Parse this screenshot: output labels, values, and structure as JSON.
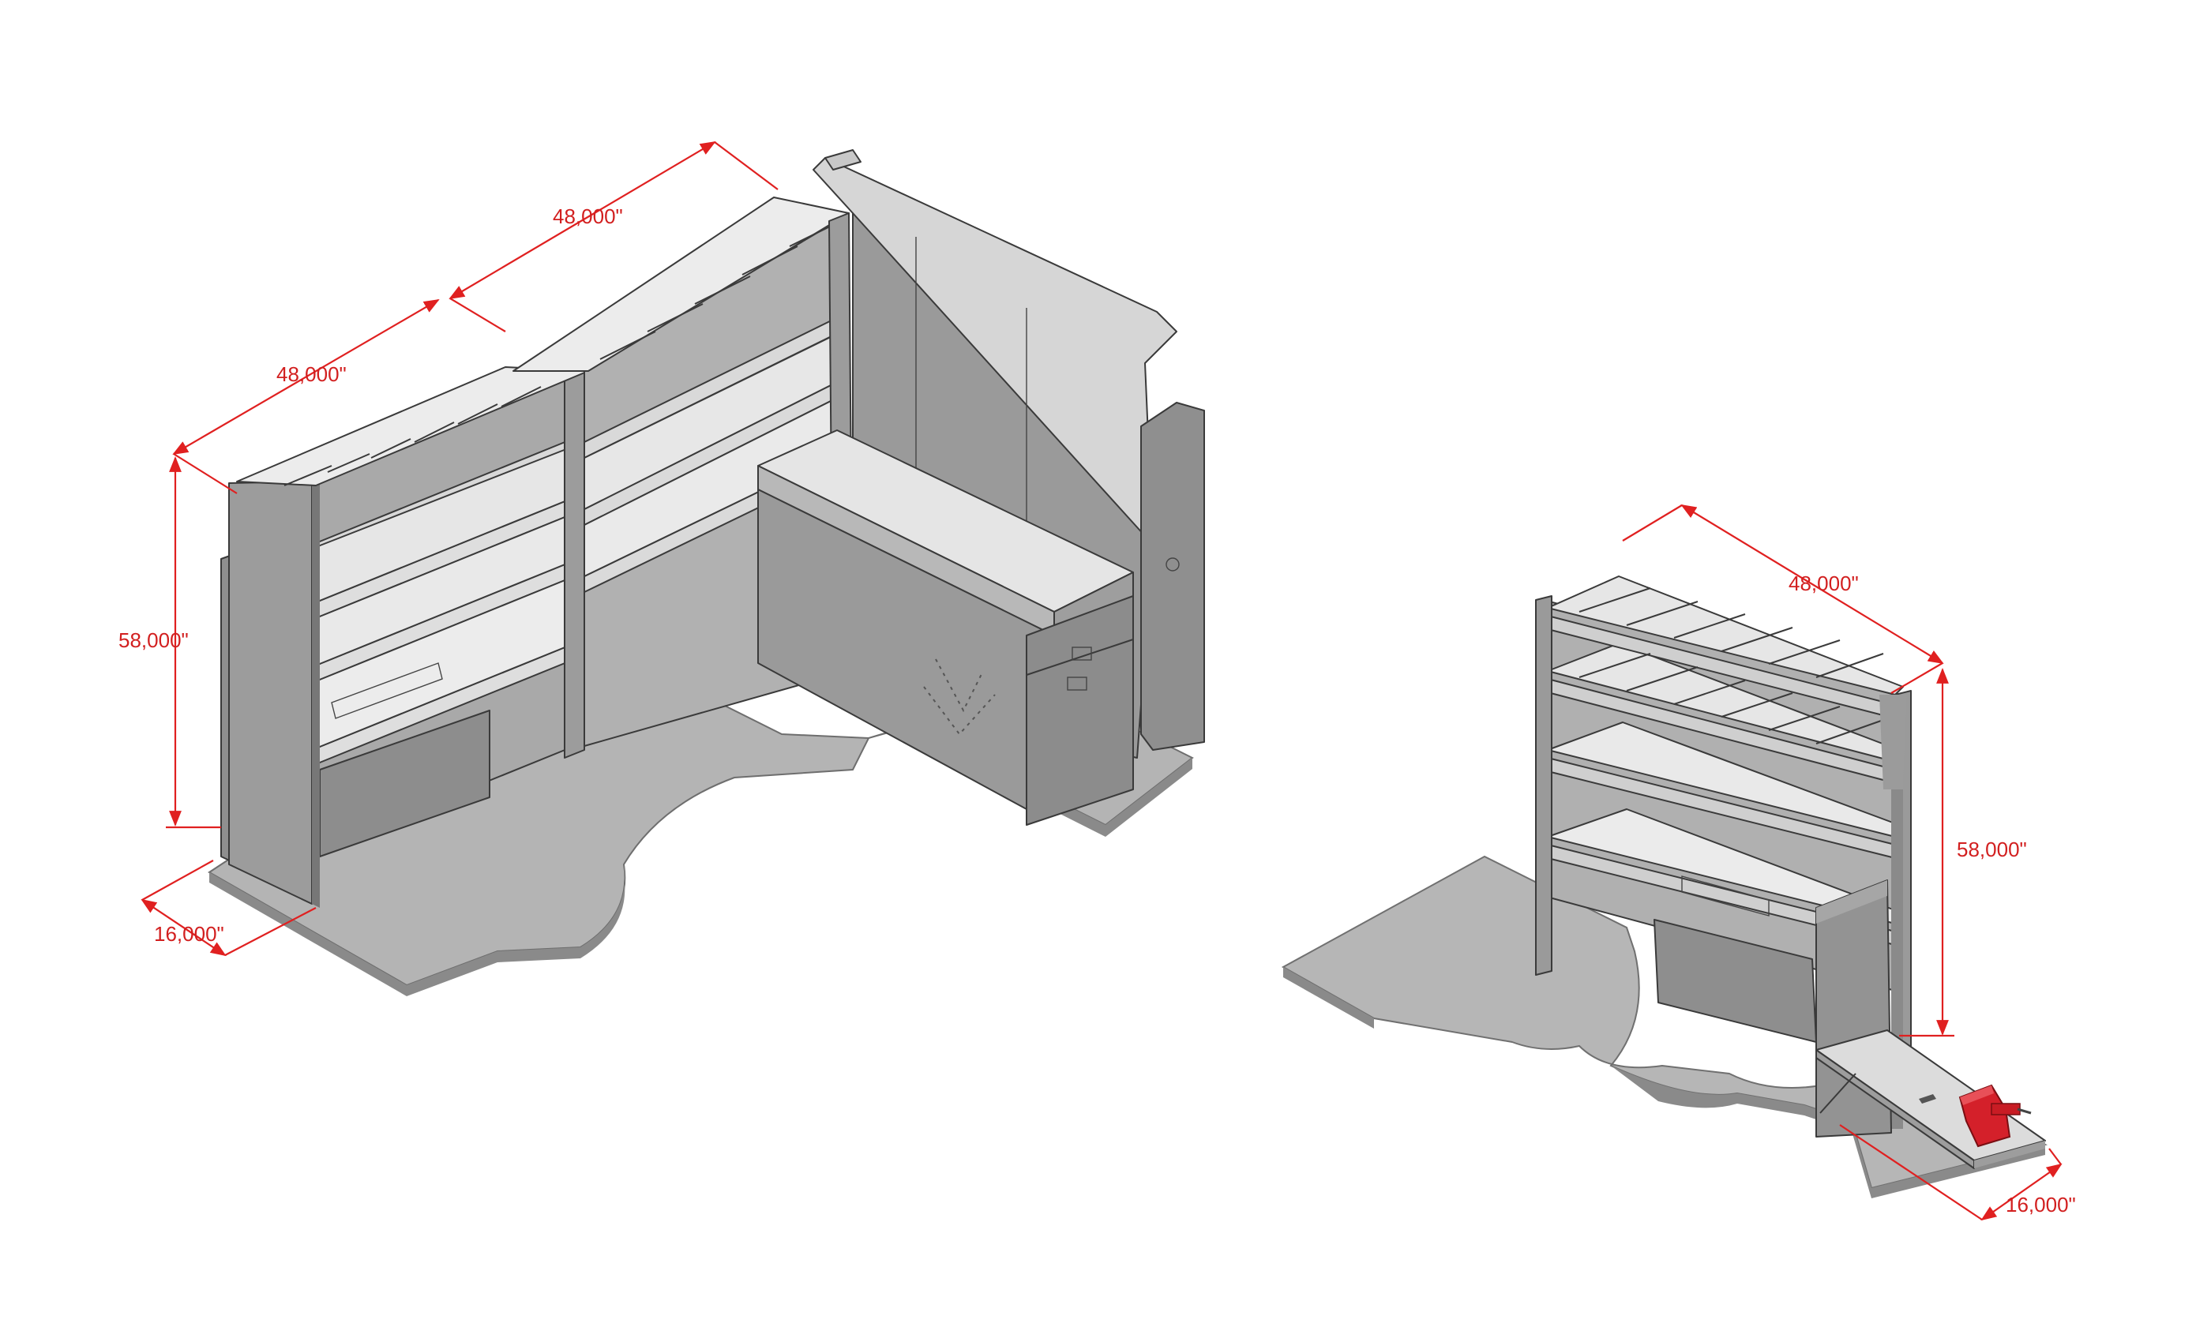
{
  "colors": {
    "dimension": "#e02020",
    "floor": "#b4b4b4",
    "floor_edge": "#7a7a7a",
    "panel_dark": "#8c8c8c",
    "panel_mid": "#a3a3a3",
    "panel_light": "#dcdcdc",
    "shelf_top": "#e8e8e8",
    "vise": "#d4202a"
  },
  "left_assembly": {
    "dim_width_upper": "48,000\"",
    "dim_width_lower": "48,000\"",
    "dim_height": "58,000\"",
    "dim_depth": "16,000\""
  },
  "right_assembly": {
    "dim_width": "48,000\"",
    "dim_height": "58,000\"",
    "dim_depth": "16,000\""
  }
}
